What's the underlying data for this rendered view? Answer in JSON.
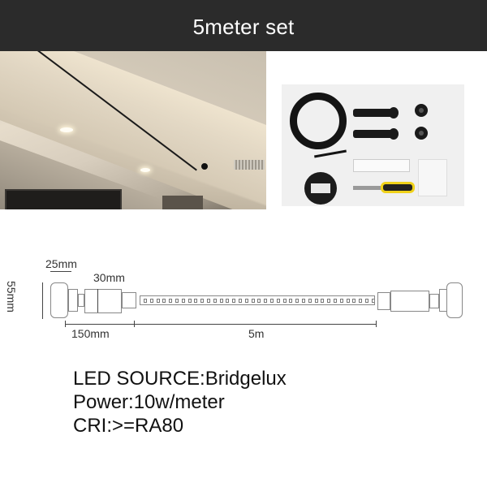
{
  "header": {
    "title": "5meter set",
    "background": "#2b2b2b"
  },
  "images": {
    "room_photo": {
      "description": "ceiling with black linear LED track light"
    },
    "kit_photo": {
      "description": "kit contents: black track coil, two end caps, two rings, LED driver, LED strip reel, scissors, accessory bag"
    }
  },
  "diagram": {
    "dimensions": {
      "cap_depth": "25mm",
      "height": "55mm",
      "body_diameter": "30mm",
      "end_length": "150mm",
      "strip_length": "5m"
    }
  },
  "specs": [
    {
      "label": "LED SOURCE",
      "value": "Bridgelux",
      "text": "LED SOURCE:Bridgelux"
    },
    {
      "label": "Power",
      "value": "10w/meter",
      "text": "Power:10w/meter"
    },
    {
      "label": "CRI",
      "value": ">=RA80",
      "text": "CRI:>=RA80"
    }
  ]
}
